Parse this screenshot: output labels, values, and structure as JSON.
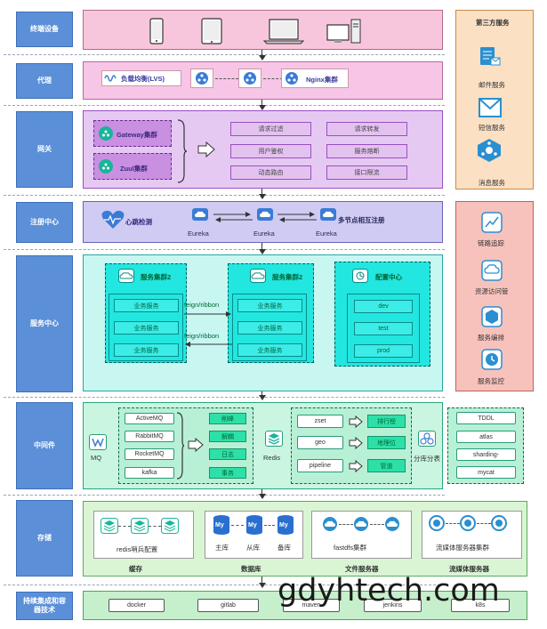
{
  "layers": {
    "terminal": "终端设备",
    "proxy": "代理",
    "gateway": "网关",
    "registry": "注册中心",
    "service_center": "服务中心",
    "middleware": "中间件",
    "storage": "存储",
    "ci": "持续集成和容器技术"
  },
  "proxy": {
    "lvs": "负载均衡(LVS)",
    "nginx": "Nginx集群"
  },
  "gateway": {
    "gateway_cluster": "Gateway集群",
    "zuul_cluster": "Zuul集群",
    "features": [
      "请求过滤",
      "请求转发",
      "用户鉴权",
      "服务熔断",
      "动态路由",
      "接口限流"
    ]
  },
  "registry": {
    "heartbeat": "心跳检测",
    "nodes": [
      "Eureka",
      "Eureka",
      "Eureka"
    ],
    "multi_node": "多节点相互注册"
  },
  "service_center": {
    "cluster1_title": "服务集群2",
    "cluster2_title": "服务集群2",
    "business_service": "业务服务",
    "feign1": "feign/ribbon",
    "feign2": "feign/ribbon",
    "config_title": "配置中心",
    "envs": [
      "dev",
      "test",
      "prod"
    ]
  },
  "middleware": {
    "mq_label": "MQ",
    "mq_items": [
      "ActiveMQ",
      "RabbitMQ",
      "RocketMQ",
      "kafka"
    ],
    "mq_features": [
      "削峰",
      "解耦",
      "日志",
      "事务"
    ],
    "redis_label": "Redis",
    "redis_types": [
      "zset",
      "geo",
      "pipeline"
    ],
    "redis_uses": [
      "排行榜",
      "地理位",
      "管道"
    ],
    "sharding_label": "分库分表",
    "sharding_items": [
      "TDDL",
      "atlas",
      "sharding-",
      "mycat"
    ]
  },
  "storage": {
    "redis_sentinel": "redis哨兵配置",
    "db_labels": [
      "主库",
      "从库",
      "备库"
    ],
    "db_mark": "My",
    "fastdfs": "fastdfs集群",
    "media": "流媒体服务器集群",
    "captions": [
      "缓存",
      "数据库",
      "文件服务器",
      "流媒体服务器"
    ]
  },
  "ci": {
    "items": [
      "docker",
      "gitlab",
      "maven",
      "jenkins",
      "k8s"
    ]
  },
  "third_party": {
    "title": "第三方服务",
    "items": [
      "邮件服务",
      "短信服务",
      "消息服务"
    ]
  },
  "ops": {
    "items": [
      "链路追踪",
      "资源访问管",
      "服务编排",
      "服务监控"
    ]
  },
  "watermark": "gdyhtech.com",
  "colors": {
    "terminal_bg": "#f7c6dc",
    "proxy_bg": "#f7c6e6",
    "gateway_bg": "#e6c9f2",
    "registry_bg": "#cfcbf2",
    "service_bg": "#c8f7f2",
    "middleware_bg": "#c9f5e1",
    "storage_bg": "#d9f5d4",
    "ci_bg": "#c6f0cc",
    "third_party_bg": "#fbe0c4",
    "ops_bg": "#f8c2bc",
    "label_bg": "#5b8fd8"
  }
}
